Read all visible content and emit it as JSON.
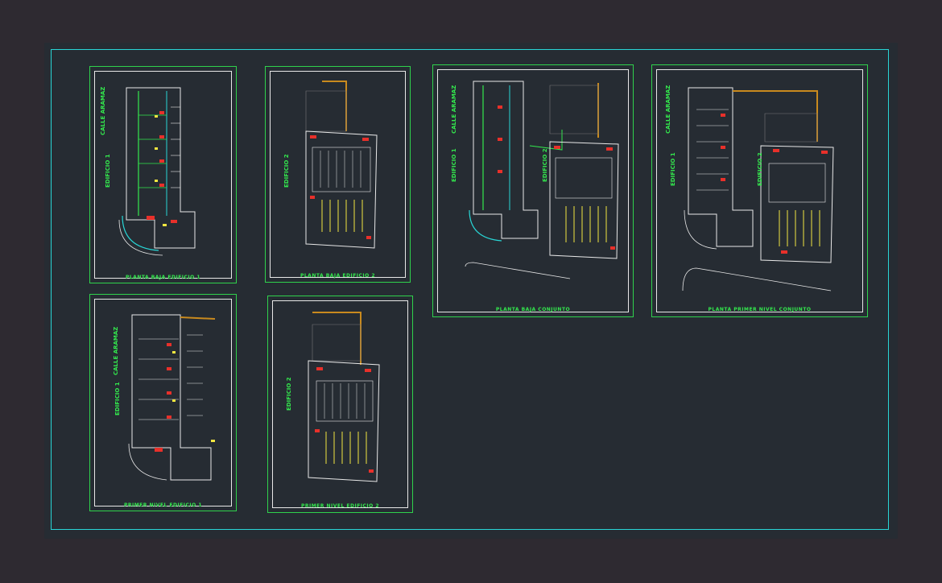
{
  "sheets": [
    {
      "id": "s1",
      "title": "PLANTA BAJA EDIFICIO 1",
      "labels": [
        "CALLE ARAMAZ",
        "EDIFICIO 1"
      ]
    },
    {
      "id": "s2",
      "title": "PLANTA BAJA EDIFICIO 2",
      "labels": [
        "EDIFICIO 2"
      ]
    },
    {
      "id": "s3",
      "title": "PLANTA BAJA CONJUNTO",
      "labels": [
        "CALLE ARAMAZ",
        "EDIFICIO 1",
        "EDIFICIO 2"
      ]
    },
    {
      "id": "s4",
      "title": "PLANTA PRIMER NIVEL CONJUNTO",
      "labels": [
        "CALLE ARAMAZ",
        "EDIFICIO 1",
        "EDIFICIO 2"
      ]
    },
    {
      "id": "s5",
      "title": "PRIMER NIVEL EDIFICIO 1",
      "labels": [
        "CALLE ARAMAZ",
        "EDIFICIO 1"
      ]
    },
    {
      "id": "s6",
      "title": "PRIMER NIVEL EDIFICIO 2",
      "labels": [
        "EDIFICIO 2"
      ]
    }
  ],
  "colors": {
    "background": "#2e2a31",
    "model_space": "#262c33",
    "layout_border": "#28d6d6",
    "sheet_border": "#2fd24c",
    "text": "#33e84d",
    "walls": "#e8e8e8",
    "accent_orange": "#c98a1e",
    "accent_yellow": "#f2e640",
    "accent_red": "#e8302a",
    "accent_cyan": "#28d6d6"
  }
}
